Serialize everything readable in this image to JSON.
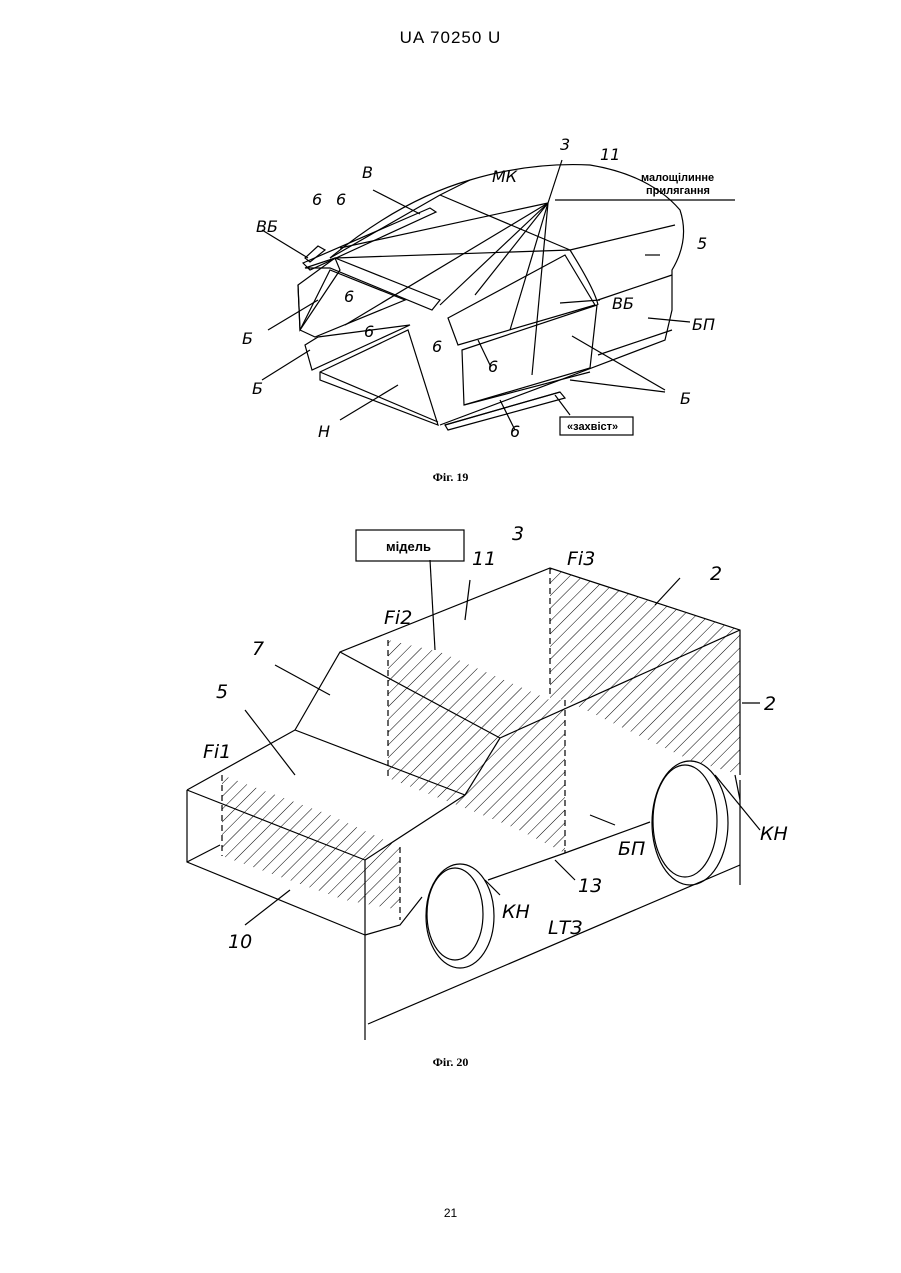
{
  "header": {
    "doc_number": "UA   70250   U"
  },
  "fig19": {
    "caption": "Фіг. 19",
    "labels": {
      "n3": "3",
      "n11": "11",
      "mk": "МК",
      "v": "В",
      "n6a": "6",
      "n6b": "6",
      "vb1": "ВБ",
      "n6c": "6",
      "b1": "Б",
      "n6d": "6",
      "b2": "Б",
      "n6e": "6",
      "vb2": "ВБ",
      "n5": "5",
      "bp": "БП",
      "n6f": "6",
      "b3": "Б",
      "n": "Н",
      "n6g": "6"
    },
    "note_top": [
      "малощілинне",
      "прилягання"
    ],
    "tail_box": "«захвіст»"
  },
  "fig20": {
    "caption": "Фіг. 20",
    "midel_box": "мідель",
    "labels": {
      "n3": "3",
      "n11": "11",
      "fi3": "Fi3",
      "n2a": "2",
      "fi2": "Fi2",
      "n7": "7",
      "n2b": "2",
      "n5": "5",
      "fi1": "Fi1",
      "kn1": "КН",
      "bp": "БП",
      "n13": "13",
      "kn2": "КН",
      "n10": "10",
      "ltz": "LТЗ"
    }
  },
  "page_number": "21"
}
